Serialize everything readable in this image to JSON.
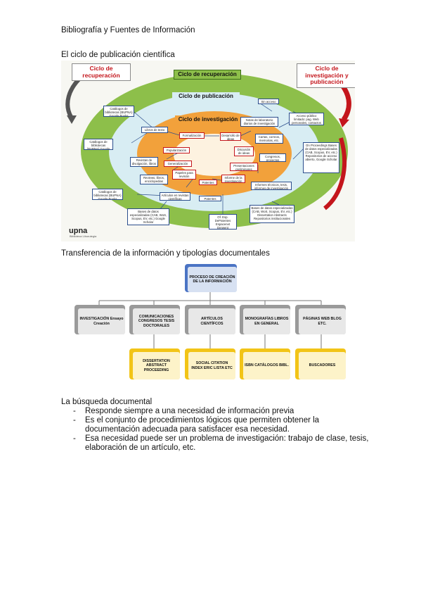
{
  "headings": {
    "main": "Bibliografía y Fuentes de Información",
    "ciclo": "El ciclo de publicación científica",
    "transferencia": "Transferencia de la información y tipologías documentales",
    "busqueda": "La búsqueda documental"
  },
  "cycle_figure": {
    "tag_left": "Ciclo de recuperación",
    "tag_right": "Ciclo de investigación y publicación",
    "band_recuperacion": "Ciclo de recuperación",
    "band_publicacion": "Ciclo de publicación",
    "band_investigacion": "Ciclo de investigación",
    "boxes": {
      "sin_acceso": "Sin acceso",
      "catalogos1": "Catálogos de bibliotecas (BUPNA) Google Books",
      "catalogos2": "Catálogos de bibliotecas (BUPNA) Google Books",
      "catalogos3": "Catálogos de bibliotecas (BUPNA) Google Books",
      "libros_texto": "Libros de texto",
      "formalizacion": "Formalización",
      "desarrollo": "Desarrollo de ideas",
      "notas": "Notas de laboratorio diarios de investigación",
      "cartas": "Cartas, correos, memorias, etc.",
      "acceso_publico": "Acceso público limitado: pag. Web personales, contactos personales",
      "popularizacion": "Popularización",
      "generalizacion": "Generalización",
      "revistas_div": "Revistas de divulgación, libros",
      "discusion": "Discusión de ideas",
      "congresos": "Congresos, proyectos",
      "presentaciones": "Presentaciones preliminares",
      "proceedings": "On Proceedings Bases de datos especializadas (CAB, Scopus, EV, etc.) Repositorios de acceso abierto, Google Scholar",
      "reviews": "Reviews, libros, enciclopedias",
      "papeles": "Papeles para revisión",
      "informe": "Informe de la investigación",
      "patentes1": "Patentes",
      "informes_tec": "Informes técnicos, tesis, informes de investigación",
      "articulos": "Artículos en revistas científicas",
      "patentes2": "Patentes",
      "bases1": "Bases de datos especializadas (CAB, WoS, Scopus, EV, etc.) Google Scholar",
      "of_esp": "Of. Esp. DePatentes Espacenet Derwent",
      "bases2": "Bases de datos especializadas (CAB, WoS, Scopus, EV, etc.) Dissertation Abstracts Repositorios institucionales"
    },
    "logo": "upna",
    "logo_sub": "Biblioteca Liburutegia"
  },
  "types_figure": {
    "root": "PROCESO DE CREACIÓN DE LA INFORMACIÓN",
    "categories": [
      "INVESTIGACIÓN Ensayo Creación",
      "COMUNICACIONES CONGRESOS TESIS DOCTORALES",
      "ARTÍCULOS CIENTÍFCOS",
      "MONOGRAFÍAS LIBROS EN GENERAL",
      "PÁGINAS WEB BLOG ETC."
    ],
    "outputs": [
      "DISSERTATION ABSTRACT PROCEEDING",
      "SOCIAL CITATION INDEX ERIC LISTA ETC",
      "ISBN CATÁLOGOS BIBL.",
      "BUSCADORES"
    ]
  },
  "busqueda": {
    "items": [
      "Responde siempre a una necesidad de información previa",
      "Es el conjunto de procedimientos lógicos que permiten obtener la documentación adecuada para satisfacer esa necesidad.",
      "Esa necesidad puede ser un problema de investigación: trabajo de clase, tesis, elaboración de un artículo, etc."
    ],
    "bullet": "-"
  }
}
